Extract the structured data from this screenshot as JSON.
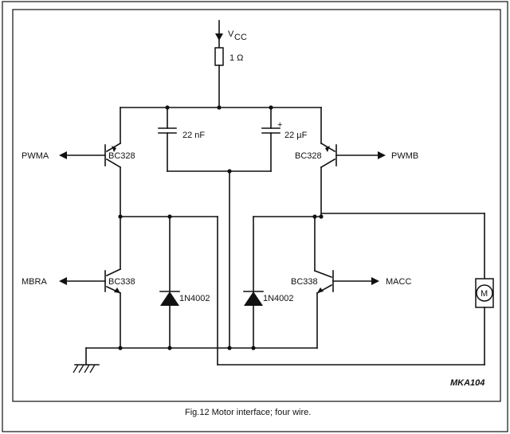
{
  "figure": {
    "caption": "Fig.12  Motor interface; four wire.",
    "code": "MKA104"
  },
  "labels": {
    "vcc_main": "V",
    "vcc_sub": "CC",
    "resistor": "1 Ω",
    "cap_nf": "22 nF",
    "cap_uf": "22 µF",
    "cap_uf_plus": "+",
    "q_top_left": "BC328",
    "q_top_right": "BC328",
    "q_bot_left": "BC338",
    "q_bot_right": "BC338",
    "diode_left": "1N4002",
    "diode_right": "1N4002",
    "pwma": "PWMA",
    "pwmb": "PWMB",
    "mbra": "MBRA",
    "macc": "MACC",
    "motor": "M"
  }
}
